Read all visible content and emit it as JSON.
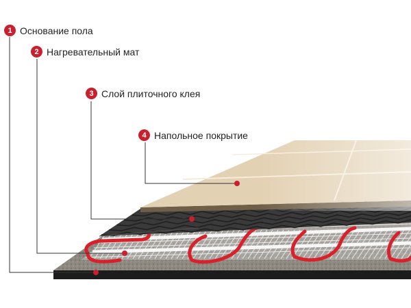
{
  "layers": [
    {
      "number": "1",
      "label": "Основание пола"
    },
    {
      "number": "2",
      "label": "Нагревательный мат"
    },
    {
      "number": "3",
      "label": "Слой плиточного клея"
    },
    {
      "number": "4",
      "label": "Напольное покрытие"
    }
  ],
  "colors": {
    "accent": "#c8202f",
    "base": "#8d8880",
    "adhesive": "#333333",
    "tile": "#e3d1b3",
    "cable": "#d8212b",
    "mesh": "#f2f2f2",
    "leader": "#333333"
  }
}
